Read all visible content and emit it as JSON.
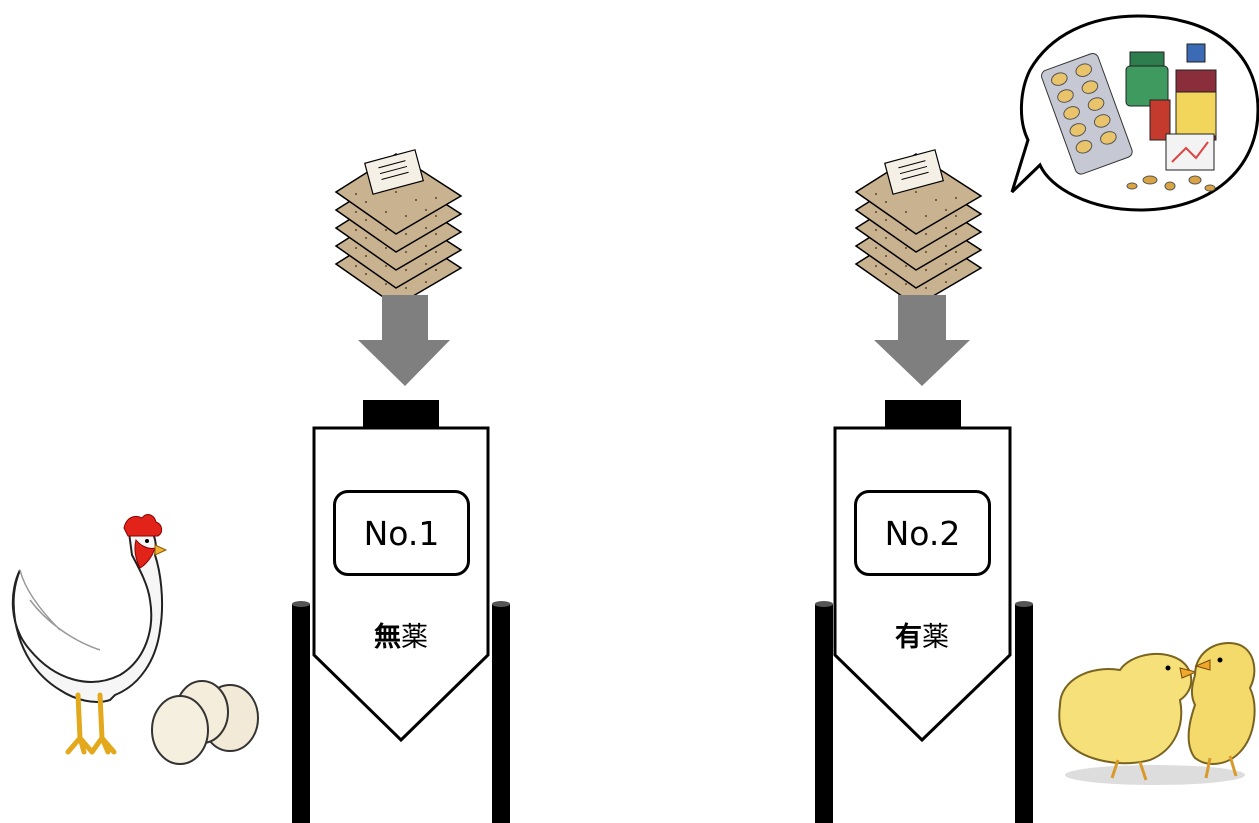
{
  "silos": [
    {
      "number_label": "No.1",
      "bold_char": "無",
      "normal_char": "薬",
      "has_medicine_bubble": false,
      "animal": "hen with eggs"
    },
    {
      "number_label": "No.2",
      "bold_char": "有",
      "normal_char": "薬",
      "has_medicine_bubble": true,
      "animal": "chicks"
    }
  ],
  "colors": {
    "arrow": "#7f7f7f",
    "feed_bag": "#c9b28f",
    "silo_outline": "#000000",
    "chick": "#f6e07a",
    "hen_comb": "#e2231a"
  },
  "icons": [
    "feed-bag-icon",
    "down-arrow-icon",
    "medicine-bubble-icon",
    "hen-icon",
    "egg-icon",
    "chick-icon"
  ]
}
